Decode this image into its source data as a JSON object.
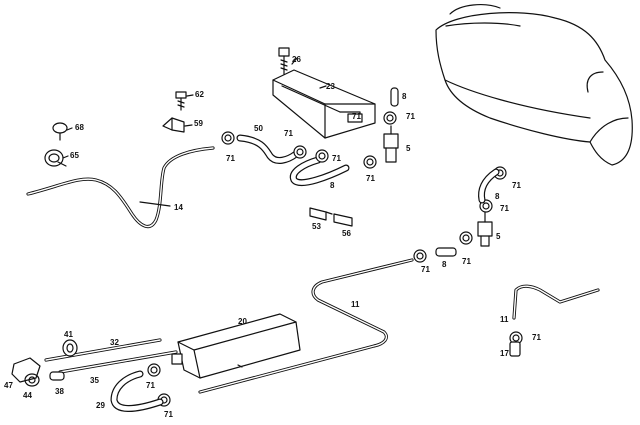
{
  "callouts": [
    {
      "key": "p26",
      "text": "26"
    },
    {
      "key": "p23",
      "text": "23"
    },
    {
      "key": "p62",
      "text": "62"
    },
    {
      "key": "p59",
      "text": "59"
    },
    {
      "key": "p68",
      "text": "68"
    },
    {
      "key": "p65",
      "text": "65"
    },
    {
      "key": "p50",
      "text": "50"
    },
    {
      "key": "p71a",
      "text": "71"
    },
    {
      "key": "p71b",
      "text": "71"
    },
    {
      "key": "p71c",
      "text": "71"
    },
    {
      "key": "p71d",
      "text": "71"
    },
    {
      "key": "p71e",
      "text": "71"
    },
    {
      "key": "p8a",
      "text": "8"
    },
    {
      "key": "p5a",
      "text": "5"
    },
    {
      "key": "p8b",
      "text": "8"
    },
    {
      "key": "p71f",
      "text": "71"
    },
    {
      "key": "p71g",
      "text": "71"
    },
    {
      "key": "p14",
      "text": "14"
    },
    {
      "key": "p8c",
      "text": "8"
    },
    {
      "key": "p71h",
      "text": "71"
    },
    {
      "key": "p53",
      "text": "53"
    },
    {
      "key": "p56",
      "text": "56"
    },
    {
      "key": "p5b",
      "text": "5"
    },
    {
      "key": "p71i",
      "text": "71"
    },
    {
      "key": "p8d",
      "text": "8"
    },
    {
      "key": "p71j",
      "text": "71"
    },
    {
      "key": "p11a",
      "text": "11"
    },
    {
      "key": "p11b",
      "text": "11"
    },
    {
      "key": "p71k",
      "text": "71"
    },
    {
      "key": "p17",
      "text": "17"
    },
    {
      "key": "p20",
      "text": "20"
    },
    {
      "key": "p41",
      "text": "41"
    },
    {
      "key": "p32",
      "text": "32"
    },
    {
      "key": "p47",
      "text": "47"
    },
    {
      "key": "p44",
      "text": "44"
    },
    {
      "key": "p38",
      "text": "38"
    },
    {
      "key": "p35",
      "text": "35"
    },
    {
      "key": "p71l",
      "text": "71"
    },
    {
      "key": "p29",
      "text": "29"
    },
    {
      "key": "p71m",
      "text": "71"
    }
  ]
}
